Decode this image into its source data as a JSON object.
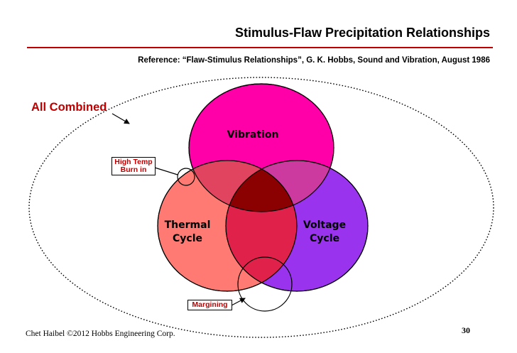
{
  "title": "Stimulus-Flaw Precipitation Relationships",
  "reference": "Reference:  “Flaw-Stimulus Relationships”, G. K. Hobbs, Sound and Vibration, August 1986",
  "diagram": {
    "outer_label": "All Combined",
    "circles": {
      "vibration": {
        "line1": "Vibration",
        "color": "#ff00a8"
      },
      "thermal": {
        "line1": "Thermal",
        "line2": "Cycle",
        "color": "#ff7a73"
      },
      "voltage": {
        "line1": "Voltage",
        "line2": "Cycle",
        "color": "#9933ee"
      }
    },
    "callouts": {
      "high_temp": {
        "line1": "High Temp",
        "line2": "Burn in"
      },
      "margining": "Margining"
    },
    "overlap_colors": {
      "thermal_vibration": "#e0445f",
      "vibration_voltage": "#cc3a9f",
      "thermal_voltage": "#e0214a",
      "center": "#8b0000"
    },
    "accent_color": "#c00000"
  },
  "footer": {
    "credit": "Chet Haibel  ©2012 Hobbs Engineering Corp.",
    "page_number": "30"
  }
}
